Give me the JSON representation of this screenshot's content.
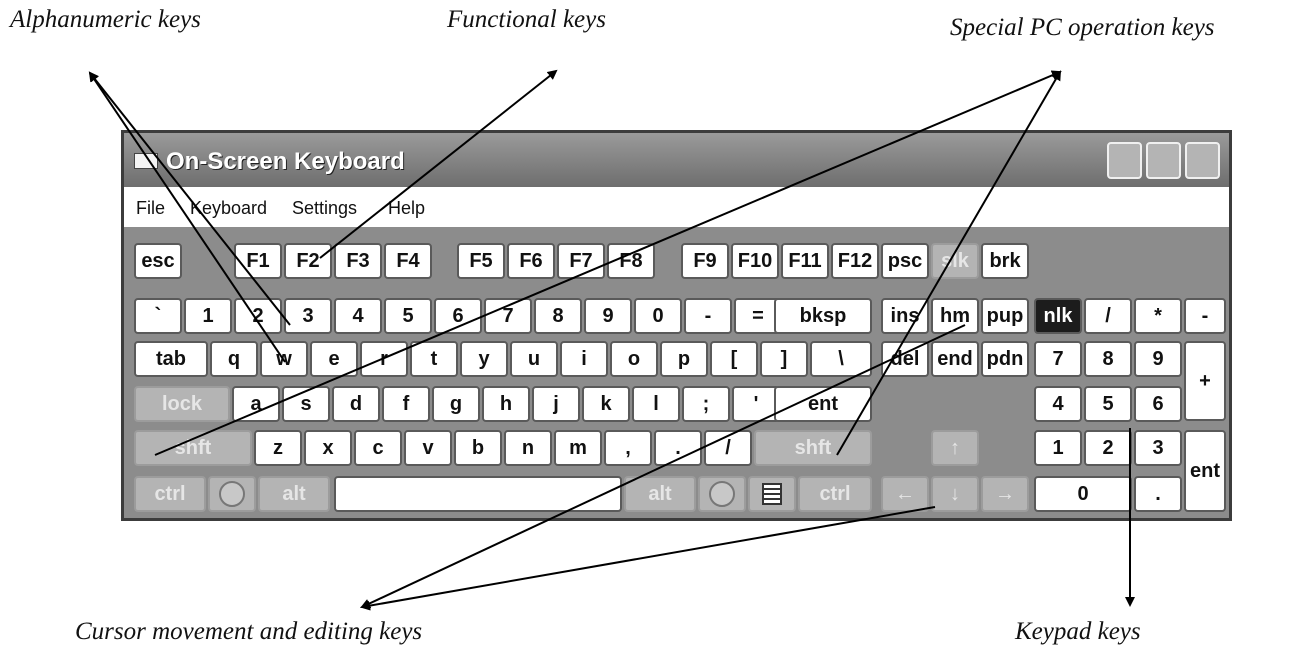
{
  "captions": {
    "alphanumeric": "Alphanumeric keys",
    "functional": "Functional keys",
    "special": "Special PC  operation keys",
    "cursor": "Cursor movement and editing keys",
    "keypad": "Keypad keys"
  },
  "window": {
    "title": "On-Screen Keyboard",
    "menu": [
      "File",
      "Keyboard",
      "Settings",
      "Help"
    ]
  },
  "keys": {
    "esc": "esc",
    "f1": "F1",
    "f2": "F2",
    "f3": "F3",
    "f4": "F4",
    "f5": "F5",
    "f6": "F6",
    "f7": "F7",
    "f8": "F8",
    "f9": "F9",
    "f10": "F10",
    "f11": "F11",
    "f12": "F12",
    "psc": "psc",
    "slk": "slk",
    "brk": "brk",
    "backtick": "`",
    "n1": "1",
    "n2": "2",
    "n3": "3",
    "n4": "4",
    "n5": "5",
    "n6": "6",
    "n7": "7",
    "n8": "8",
    "n9": "9",
    "n0": "0",
    "minus": "-",
    "equals": "=",
    "bksp": "bksp",
    "tab": "tab",
    "q": "q",
    "w": "w",
    "e": "e",
    "r": "r",
    "t": "t",
    "y": "y",
    "u": "u",
    "i": "i",
    "o": "o",
    "p": "p",
    "lbracket": "[",
    "rbracket": "]",
    "backslash": "\\",
    "lock": "lock",
    "a": "a",
    "s": "s",
    "d": "d",
    "f": "f",
    "g": "g",
    "h": "h",
    "j": "j",
    "k": "k",
    "l": "l",
    "semicolon": ";",
    "quote": "'",
    "ent": "ent",
    "shft_left": "shft",
    "z": "z",
    "x": "x",
    "c": "c",
    "v": "v",
    "b": "b",
    "n": "n",
    "m": "m",
    "comma": ",",
    "period": ".",
    "slash": "/",
    "shft_right": "shft",
    "ctrl_left": "ctrl",
    "alt_left": "alt",
    "alt_right": "alt",
    "ctrl_right": "ctrl",
    "ins": "ins",
    "hm": "hm",
    "pup": "pup",
    "del": "del",
    "end": "end",
    "pdn": "pdn",
    "up": "↑",
    "left": "←",
    "down": "↓",
    "right": "→",
    "nlk": "nlk",
    "kp_slash": "/",
    "kp_star": "*",
    "kp_minus": "-",
    "kp7": "7",
    "kp8": "8",
    "kp9": "9",
    "kp_plus": "+",
    "kp4": "4",
    "kp5": "5",
    "kp6": "6",
    "kp1": "1",
    "kp2": "2",
    "kp3": "3",
    "kp_ent": "ent",
    "kp0": "0",
    "kp_dot": "."
  },
  "icons": {
    "window_icon": "keyboard-window-icon",
    "windows_logo": "windows-logo-icon",
    "app_menu": "application-menu-icon"
  }
}
